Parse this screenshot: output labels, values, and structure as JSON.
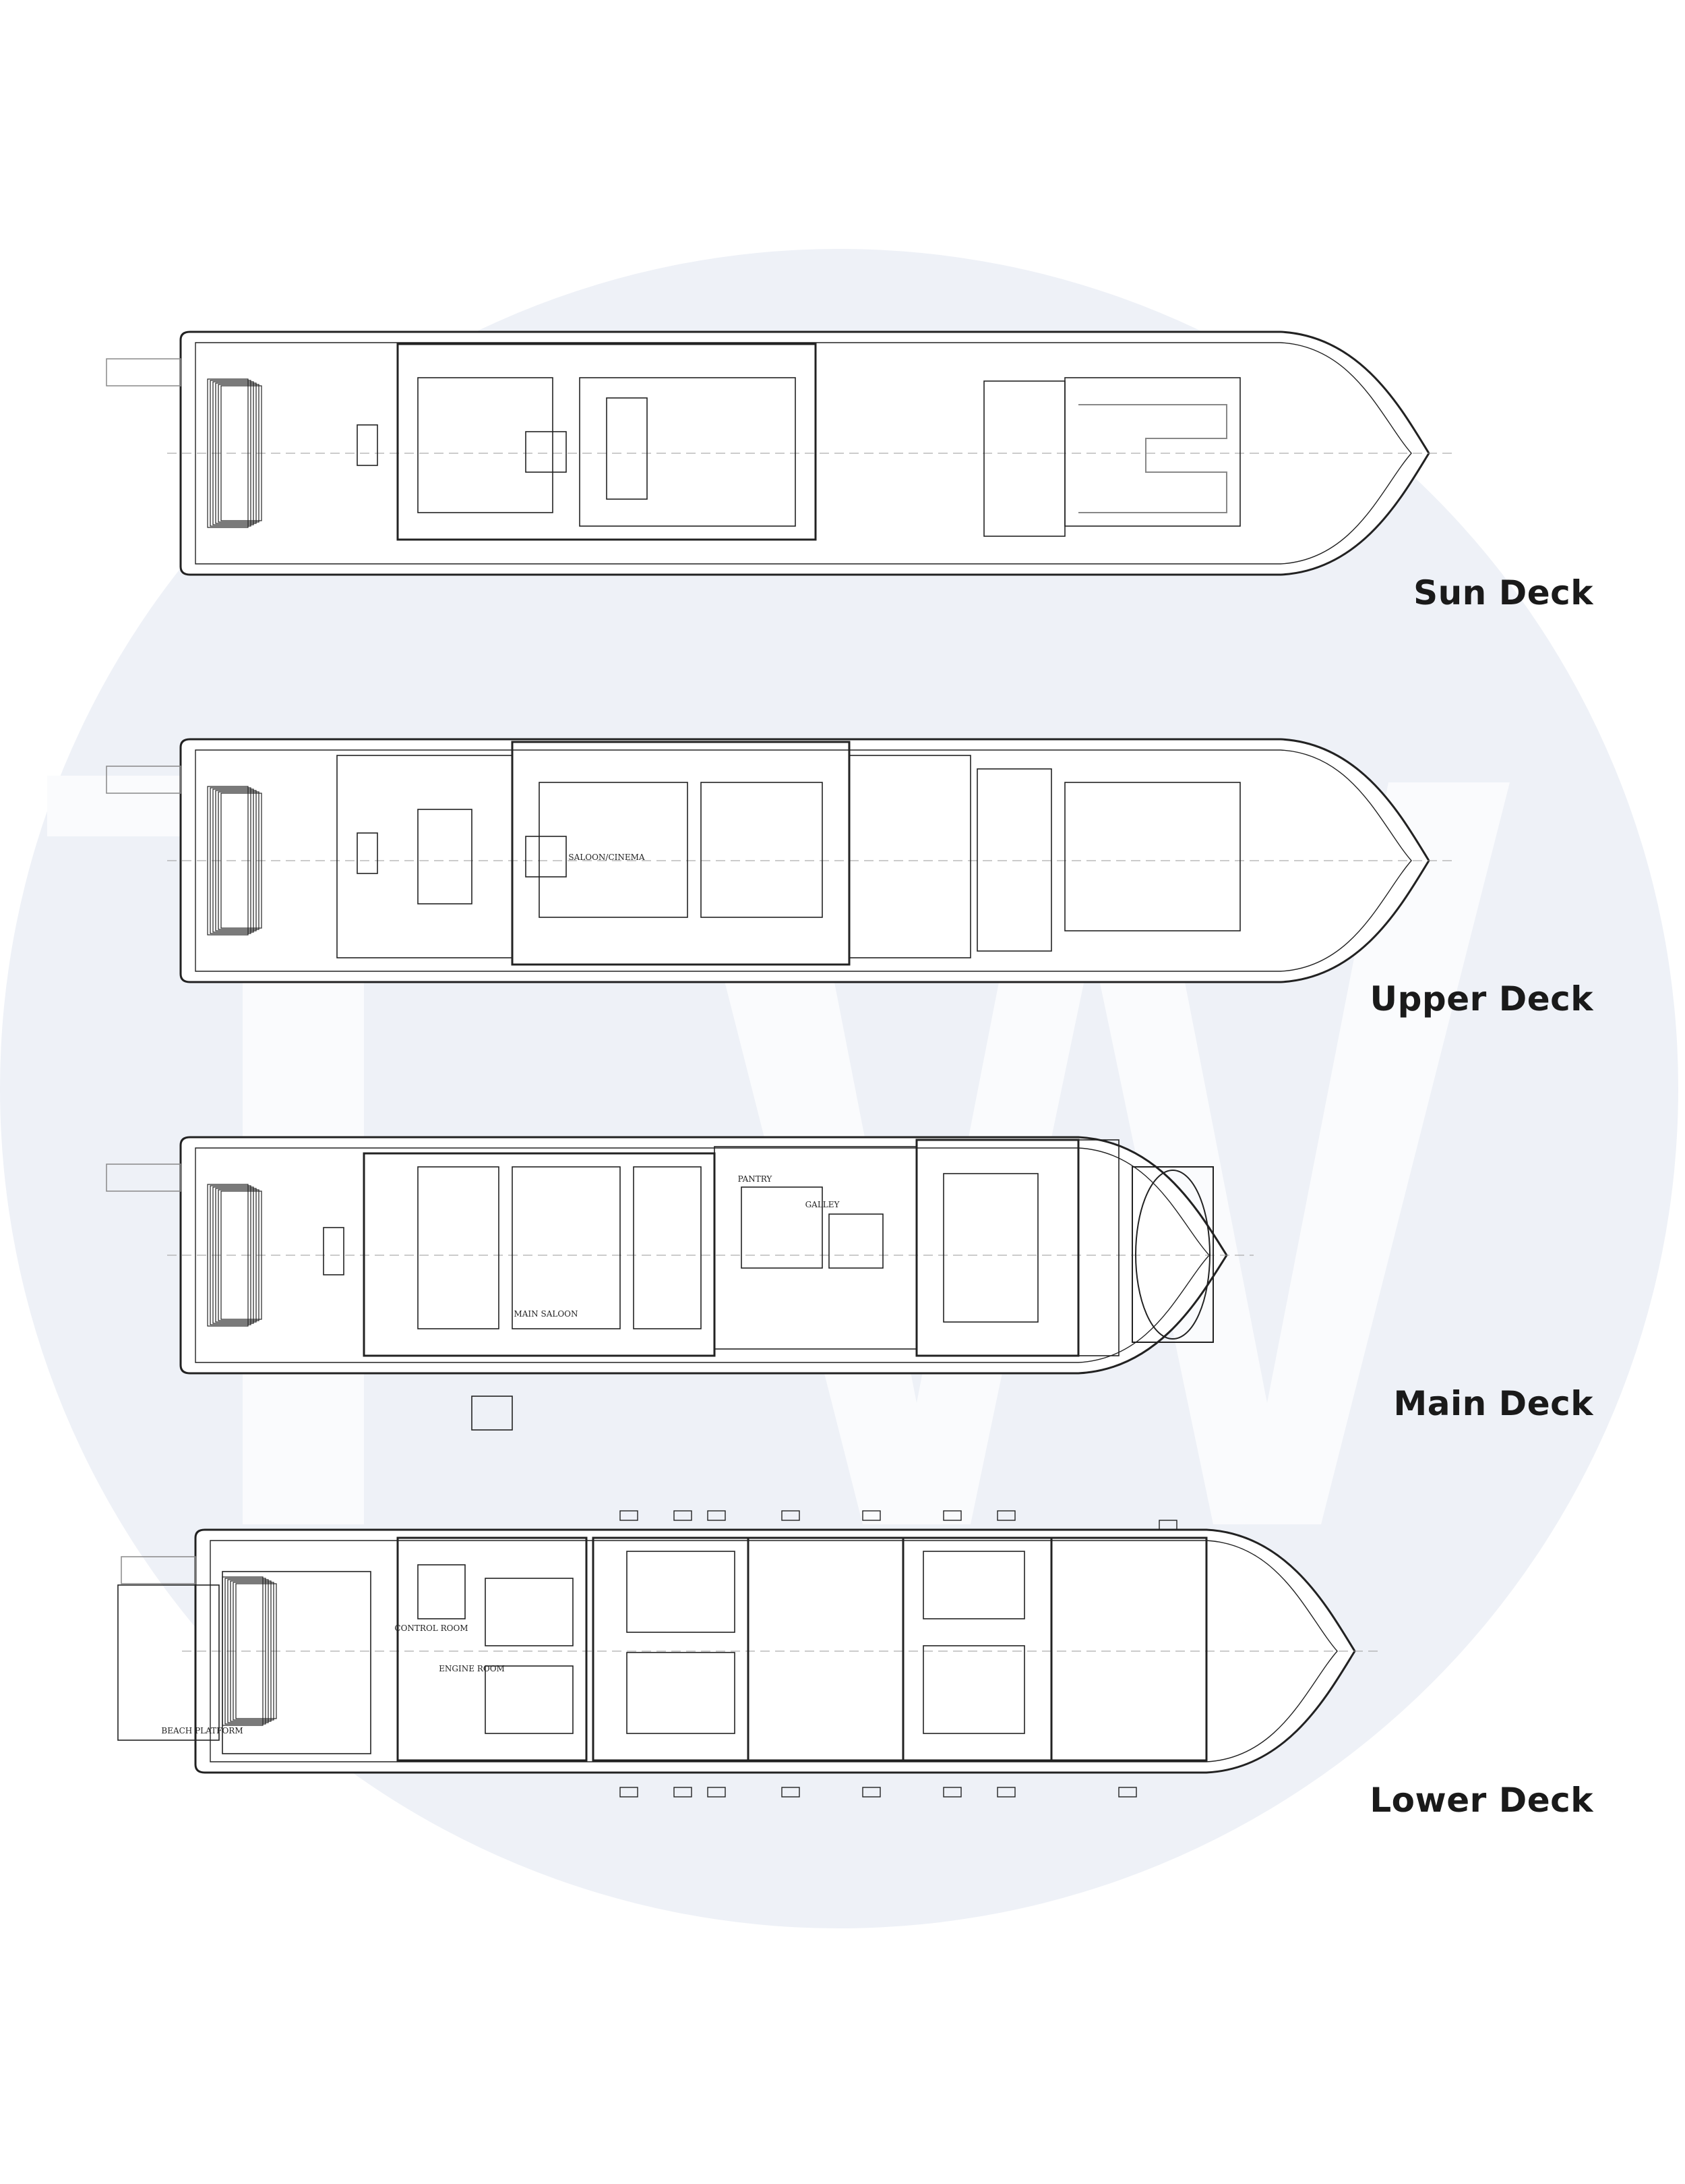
{
  "watermark": {
    "circle_color": "#eef1f7",
    "letters_color": "#fafbfd"
  },
  "decks": [
    {
      "label": "Sun Deck",
      "room_labels": []
    },
    {
      "label": "Upper Deck",
      "room_labels": [
        "SALOON/CINEMA"
      ]
    },
    {
      "label": "Main Deck",
      "room_labels": [
        "PANTRY",
        "GALLEY",
        "MAIN SALOON"
      ]
    },
    {
      "label": "Lower Deck",
      "room_labels": [
        "CONTROL ROOM",
        "ENGINE ROOM",
        "BEACH PLATFORM"
      ]
    }
  ],
  "colors": {
    "line": "#222222",
    "fill": "#ffffff",
    "label": "#1a1a1a"
  }
}
